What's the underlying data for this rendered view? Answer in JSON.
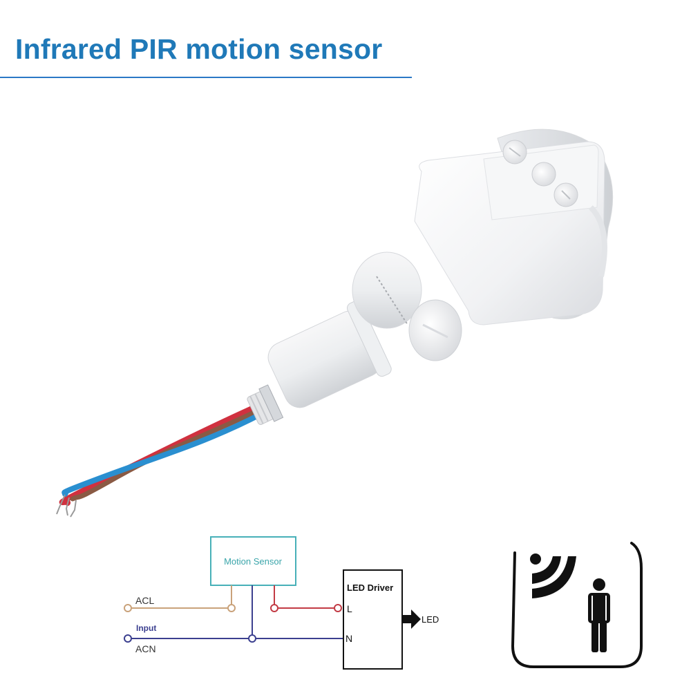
{
  "header": {
    "title": "Infrared PIR motion sensor",
    "title_color": "#1f79b8",
    "rule_color": "#2a78c6"
  },
  "product_image": {
    "subject": "white PIR motion sensor with swivel mount and three-wire lead",
    "adjustment_knobs": 3,
    "wire_colors": {
      "red": "#d0313f",
      "brown": "#8a5a44",
      "blue": "#2a8fd0"
    }
  },
  "wiring_diagram": {
    "motion_sensor_label": "Motion Sensor",
    "led_driver_label": "LED Driver",
    "input_label": "Input",
    "acl_label": "ACL",
    "acn_label": "ACN",
    "driver_l_label": "L",
    "driver_n_label": "N",
    "output_label": "LED",
    "colors": {
      "acl_wire": "#c9a27a",
      "acn_wire": "#3b3f8f",
      "load_wire": "#c23a44",
      "sensor_box": "#47b0b8",
      "sensor_text": "#3aa5aa",
      "input_text": "#3b3f8f",
      "driver_box": "#111111"
    }
  },
  "detection_icon": {
    "name": "motion-detection",
    "elements": [
      "signal-waves",
      "person"
    ]
  }
}
